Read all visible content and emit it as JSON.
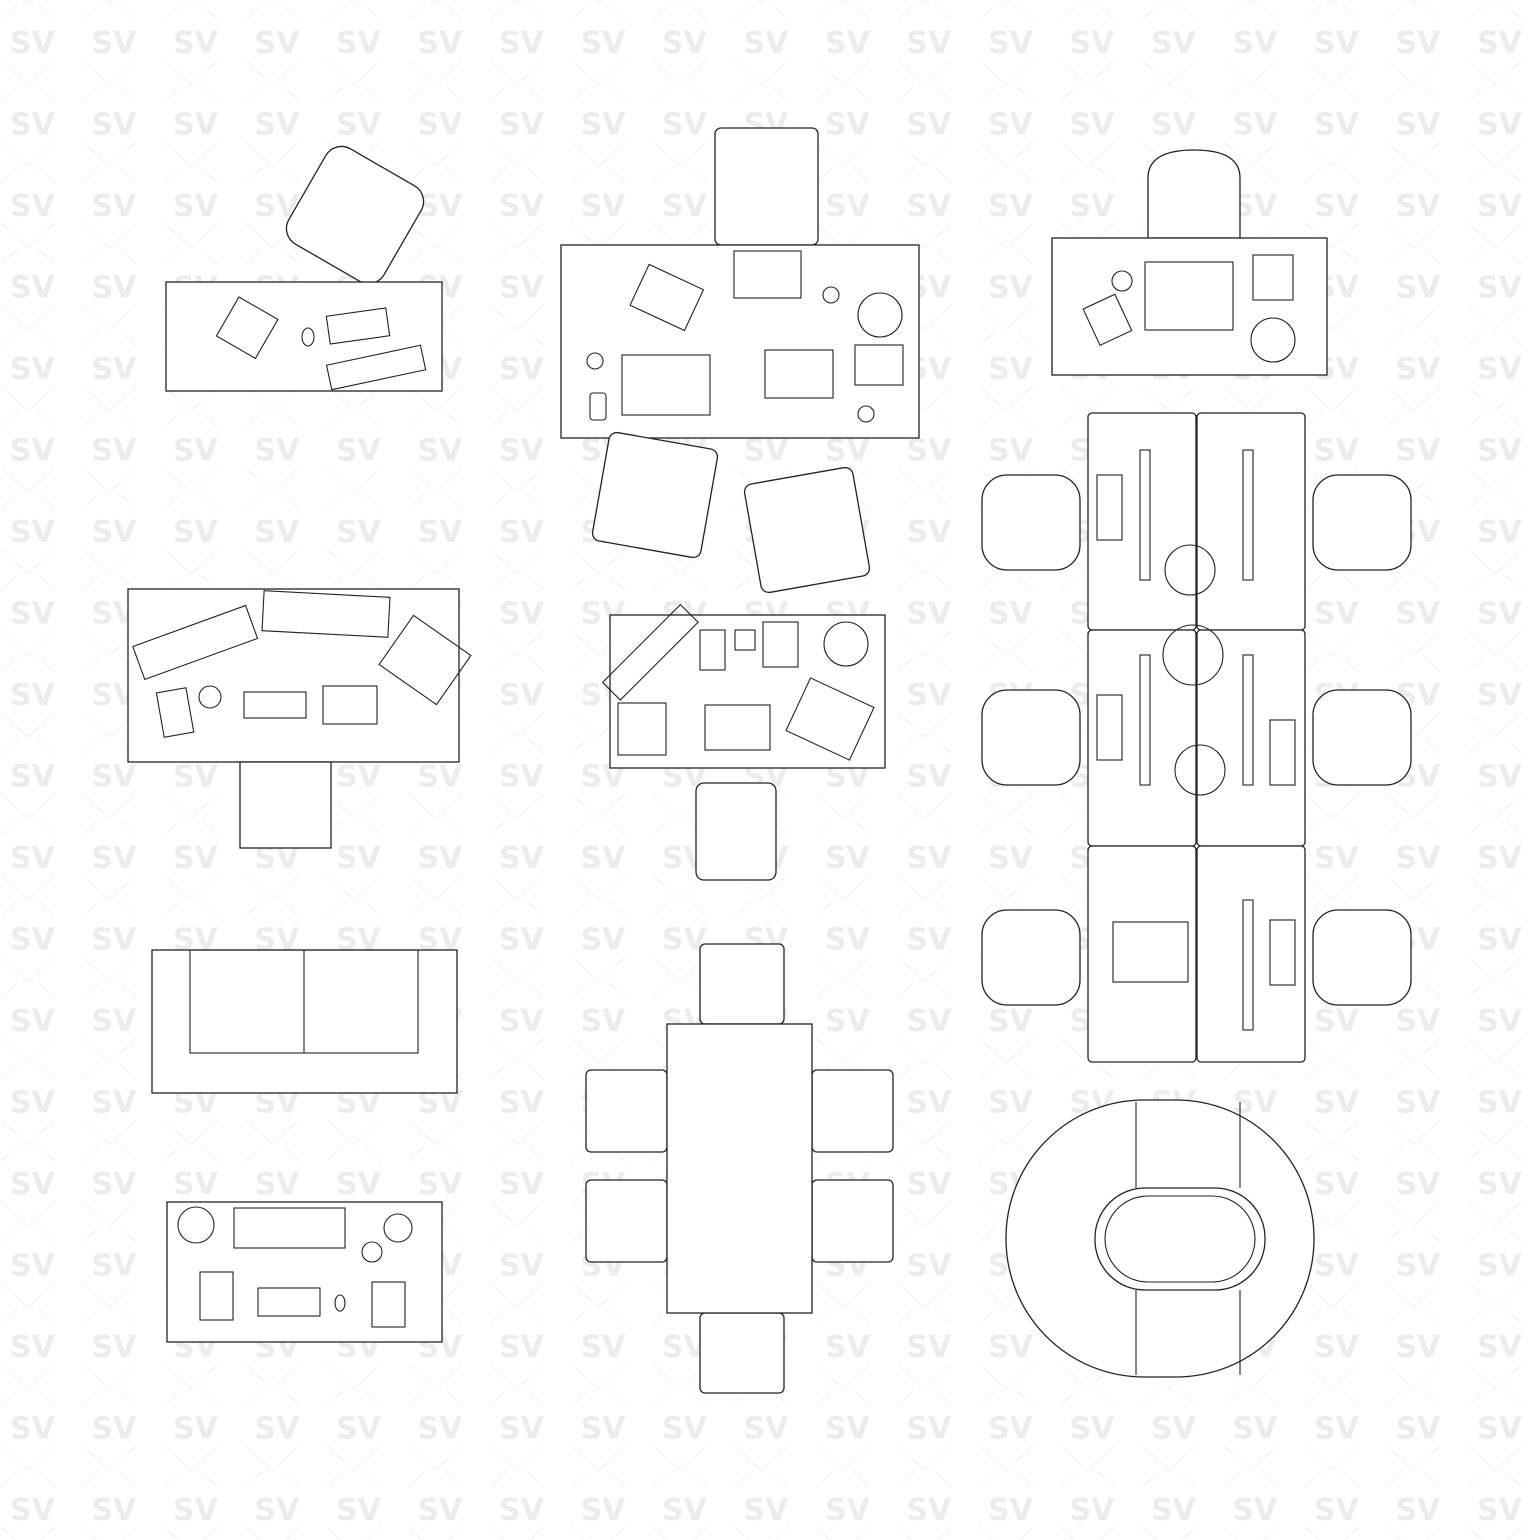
{
  "watermark": {
    "text": "SV",
    "color": "#ececec"
  },
  "line_color": "#222222",
  "background": "#ffffff",
  "blocks": [
    "desk-with-rotated-chair",
    "double-desk-three-chairs",
    "desk-with-armchair",
    "dual-monitor-desk",
    "drafting-desk-with-chair",
    "six-person-bench-workstation",
    "sofa",
    "desk-with-plant-and-lamp",
    "dining-table-six-chairs",
    "oval-conference-table"
  ]
}
